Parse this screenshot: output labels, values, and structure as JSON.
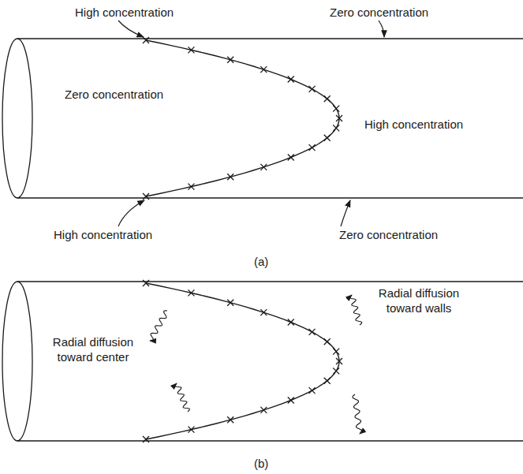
{
  "diagram": {
    "labels": [
      "High concentration",
      "Zero concentration",
      "Zero concentration",
      "High concentration",
      "High concentration",
      "Zero concentration",
      "(a)",
      "Radial diffusion toward center",
      "Radial diffusion toward walls",
      "(b)"
    ]
  }
}
